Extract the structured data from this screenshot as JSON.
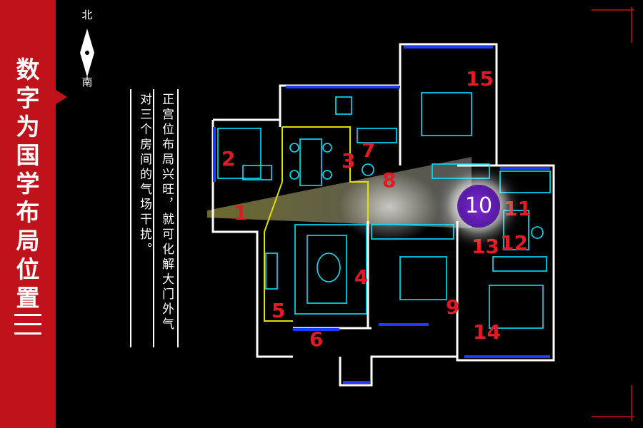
{
  "sidebar": {
    "title_chars": [
      "数",
      "字",
      "为",
      "国",
      "学",
      "布",
      "局",
      "位",
      "置"
    ],
    "part_label": "三"
  },
  "compass": {
    "north": "北",
    "south": "南"
  },
  "notes": {
    "column_1": "正宫位布局兴旺，就可化解大门外气",
    "column_2": "对三个房间的气场干扰。"
  },
  "room_numbers": [
    "1",
    "2",
    "3",
    "4",
    "5",
    "6",
    "7",
    "8",
    "9",
    "10",
    "11",
    "12",
    "13",
    "14",
    "15"
  ],
  "highlight_number": "10",
  "colors": {
    "accent_red": "#c0121b",
    "number_red": "#e01b24",
    "wall_white": "#ffffff",
    "cad_blue": "#1e3cff",
    "cad_cyan": "#00e5ff",
    "zone_yellow": "#e0e000",
    "badge_purple": "#6a22c0"
  }
}
